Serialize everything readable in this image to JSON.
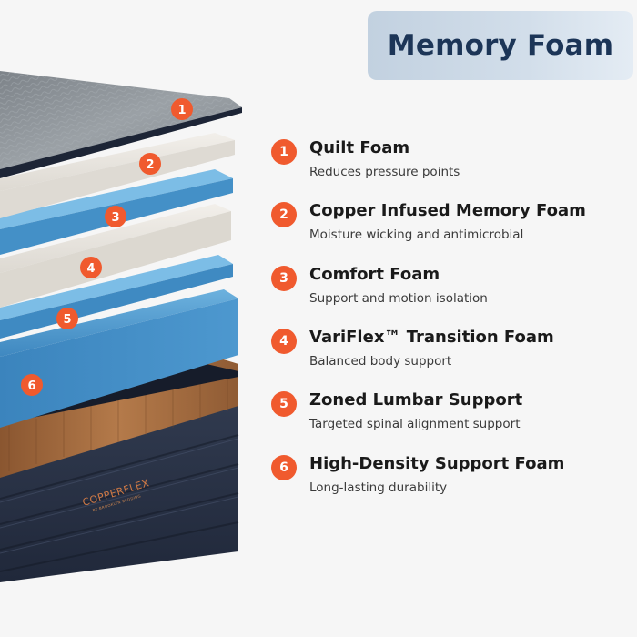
{
  "title": "Memory Foam",
  "brand": {
    "name": "COPPERFLEX",
    "tagline": "BY BROOKLYN BEDDING"
  },
  "colors": {
    "accent": "#f05a2e",
    "title_text": "#1c3557",
    "title_background": "#c8d6e4",
    "quilt_top": "#8e9499",
    "blue_foam": "#4f9cd2",
    "white_foam": "#e9e6e0",
    "copper": "#a66a3c",
    "base": "#2a3346"
  },
  "layers": [
    {
      "number": "1",
      "name": "Quilt Foam",
      "description": "Reduces pressure points"
    },
    {
      "number": "2",
      "name": "Copper Infused Memory Foam",
      "description": "Moisture wicking and antimicrobial"
    },
    {
      "number": "3",
      "name": "Comfort Foam",
      "description": "Support and motion isolation"
    },
    {
      "number": "4",
      "name": "VariFlex™ Transition Foam",
      "description": "Balanced body support"
    },
    {
      "number": "5",
      "name": "Zoned Lumbar Support",
      "description": "Targeted spinal alignment support"
    },
    {
      "number": "6",
      "name": "High-Density Support Foam",
      "description": "Long-lasting durability"
    }
  ]
}
